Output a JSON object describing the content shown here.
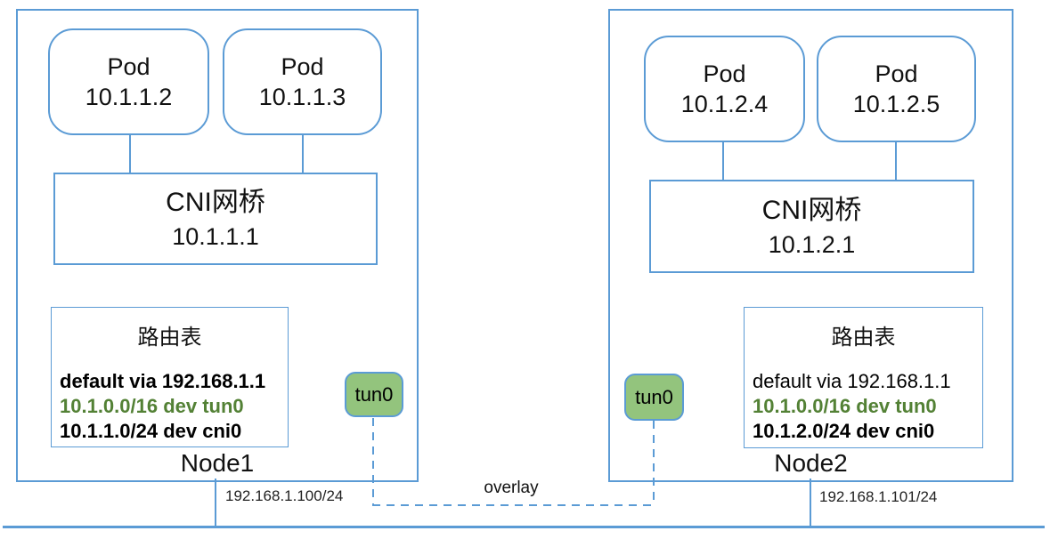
{
  "diagram": {
    "title_hint": "Kubernetes overlay network between two nodes",
    "overlay_label": "overlay",
    "colors": {
      "line_blue": "#5B9BD5",
      "tunnel_green_fill": "#93C47D",
      "route_green_text": "#538135",
      "text_black": "#000000"
    },
    "nodes": [
      {
        "name": "Node1",
        "host_ip": "192.168.1.100/24",
        "tunnel_label": "tun0",
        "pods": [
          {
            "title": "Pod",
            "ip": "10.1.1.2"
          },
          {
            "title": "Pod",
            "ip": "10.1.1.3"
          }
        ],
        "bridge": {
          "title": "CNI网桥",
          "ip": "10.1.1.1"
        },
        "route_table": {
          "title": "路由表",
          "routes": [
            {
              "text": "default via 192.168.1.1",
              "color": "black",
              "bold": true
            },
            {
              "text": "10.1.0.0/16 dev tun0",
              "color": "green",
              "bold": true
            },
            {
              "text": "10.1.1.0/24 dev cni0",
              "color": "black",
              "bold": true
            }
          ]
        }
      },
      {
        "name": "Node2",
        "host_ip": "192.168.1.101/24",
        "tunnel_label": "tun0",
        "pods": [
          {
            "title": "Pod",
            "ip": "10.1.2.4"
          },
          {
            "title": "Pod",
            "ip": "10.1.2.5"
          }
        ],
        "bridge": {
          "title": "CNI网桥",
          "ip": "10.1.2.1"
        },
        "route_table": {
          "title": "路由表",
          "routes": [
            {
              "text": "default via 192.168.1.1",
              "color": "black",
              "bold": false
            },
            {
              "text": "10.1.0.0/16 dev tun0",
              "color": "green",
              "bold": true
            },
            {
              "text": "10.1.2.0/24 dev cni0",
              "color": "black",
              "bold": true
            }
          ]
        }
      }
    ]
  }
}
